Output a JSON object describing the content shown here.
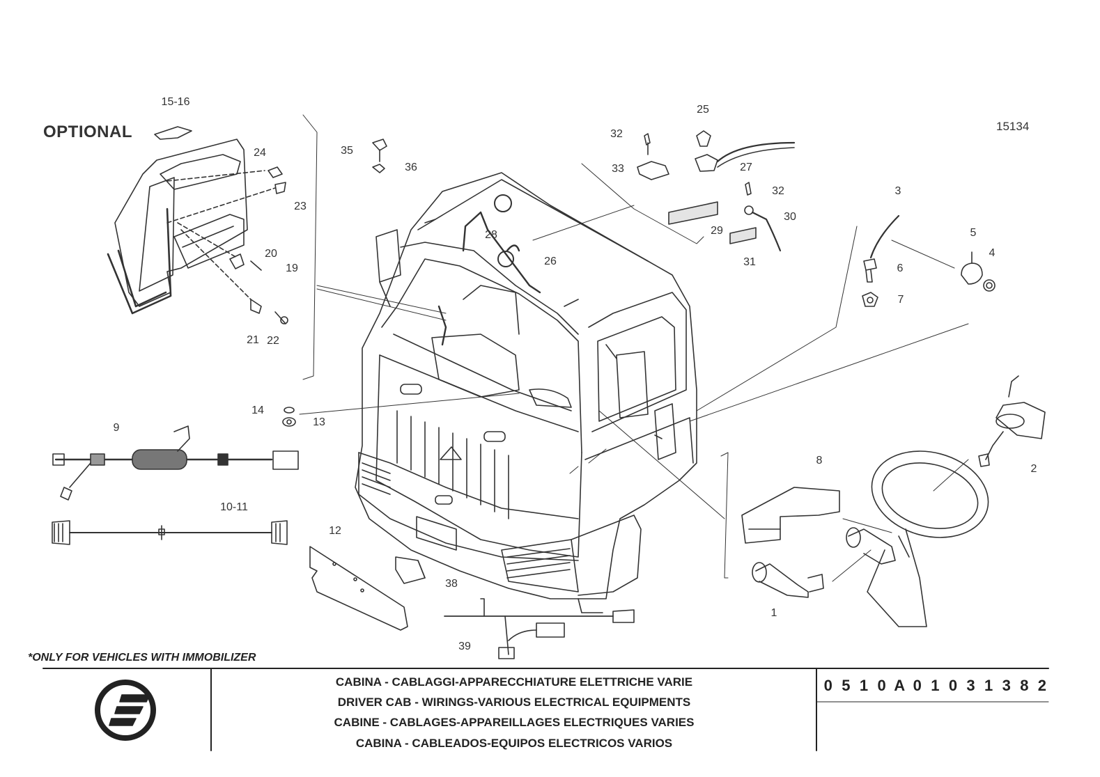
{
  "optional_label": "OPTIONAL",
  "reference_number": "15134",
  "footnote": "*ONLY FOR VEHICLES WITH IMMOBILIZER",
  "titles": {
    "it": "CABINA - CABLAGGI-APPARECCHIATURE ELETTRICHE VARIE",
    "en": "DRIVER CAB - WIRINGS-VARIOUS ELECTRICAL EQUIPMENTS",
    "fr": "CABINE - CABLAGES-APPAREILLAGES ELECTRIQUES VARIES",
    "es": "CABINA - CABLEADOS-EQUIPOS ELECTRICOS VARIOS"
  },
  "drawing_code": [
    "0",
    "5",
    "1",
    "0",
    "A",
    "0",
    "1",
    "0",
    "3",
    "1",
    "3",
    "8",
    "2"
  ],
  "callouts": {
    "c1": "1",
    "c2": "2",
    "c3": "3",
    "c4": "4",
    "c5": "5",
    "c6": "6",
    "c7": "7",
    "c8": "8",
    "c9": "9",
    "c10_11": "10-11",
    "c12": "12",
    "c13": "13",
    "c14": "14",
    "c15_16": "15-16",
    "c19": "19",
    "c20": "20",
    "c21": "21",
    "c22": "22",
    "c23": "23",
    "c24": "24",
    "c25": "25",
    "c26": "26",
    "c27": "27",
    "c28": "28",
    "c29": "29",
    "c30": "30",
    "c31": "31",
    "c32a": "32",
    "c32b": "32",
    "c33": "33",
    "c35": "35",
    "c36": "36",
    "c38": "38",
    "c39": "39"
  }
}
